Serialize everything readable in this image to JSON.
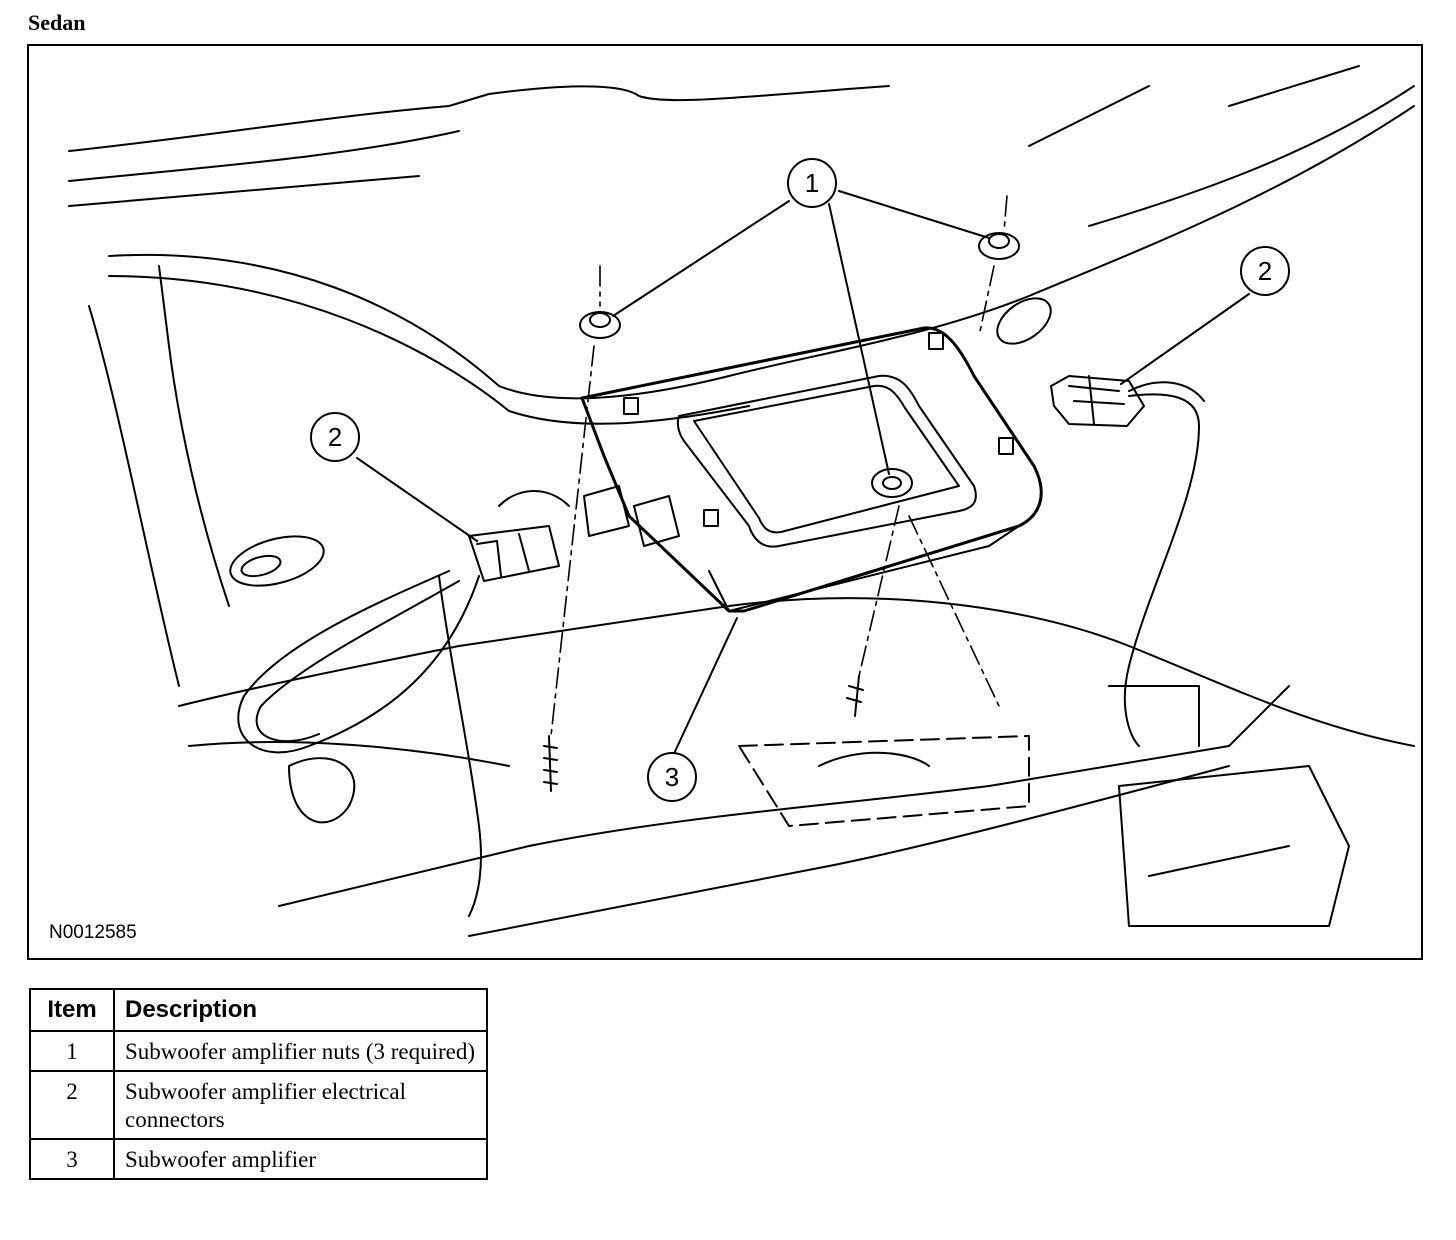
{
  "heading": "Sedan",
  "figure": {
    "id": "N0012585",
    "callouts": [
      {
        "key": "top",
        "label": "1"
      },
      {
        "key": "left",
        "label": "2"
      },
      {
        "key": "right",
        "label": "2"
      },
      {
        "key": "bottom",
        "label": "3"
      }
    ]
  },
  "legend": {
    "headers": {
      "item": "Item",
      "description": "Description"
    },
    "rows": [
      {
        "item": "1",
        "description": "Subwoofer amplifier nuts (3 required)"
      },
      {
        "item": "2",
        "description": "Subwoofer amplifier electrical connectors"
      },
      {
        "item": "3",
        "description": "Subwoofer amplifier"
      }
    ]
  }
}
